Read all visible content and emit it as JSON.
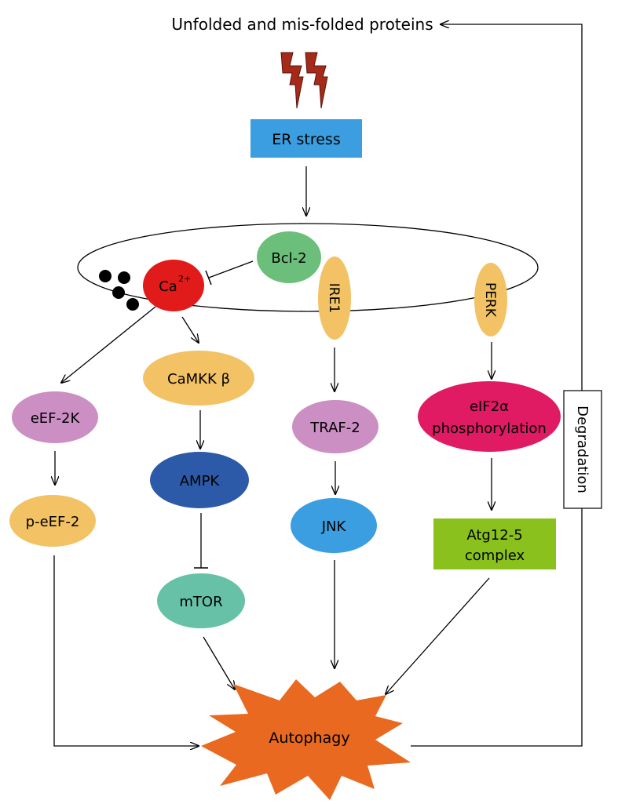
{
  "title": "Unfolded and mis-folded proteins",
  "nodes": {
    "er_stress": "ER stress",
    "bcl2": "Bcl-2",
    "ca_base": "Ca",
    "ca_sup": "2+",
    "ire1": "IRE1",
    "perk": "PERK",
    "camkk": "CaMKK β",
    "eef2k": "eEF-2K",
    "peef2": "p-eEF-2",
    "ampk": "AMPK",
    "mtor": "mTOR",
    "traf2": "TRAF-2",
    "jnk": "JNK",
    "eif2a_line1": "eIF2α",
    "eif2a_line2": "phosphorylation",
    "atg_line1": "Atg12-5",
    "atg_line2": "complex",
    "autophagy": "Autophagy",
    "degradation": "Degradation"
  },
  "colors": {
    "er_stress": "#3a9ee0",
    "bcl2": "#6bbf7a",
    "ca": "#e11a1a",
    "ire1": "#f2c265",
    "perk": "#f2c265",
    "camkk": "#f2c265",
    "eef2k": "#cc8fc4",
    "peef2": "#f2c265",
    "ampk": "#2c5aa8",
    "mtor": "#66c1a6",
    "traf2": "#cc8fc4",
    "jnk": "#3a9ee0",
    "eif2a": "#e01a63",
    "atg": "#8ac11d",
    "autophagy": "#e8691f",
    "lightning": "#a52a1a"
  }
}
